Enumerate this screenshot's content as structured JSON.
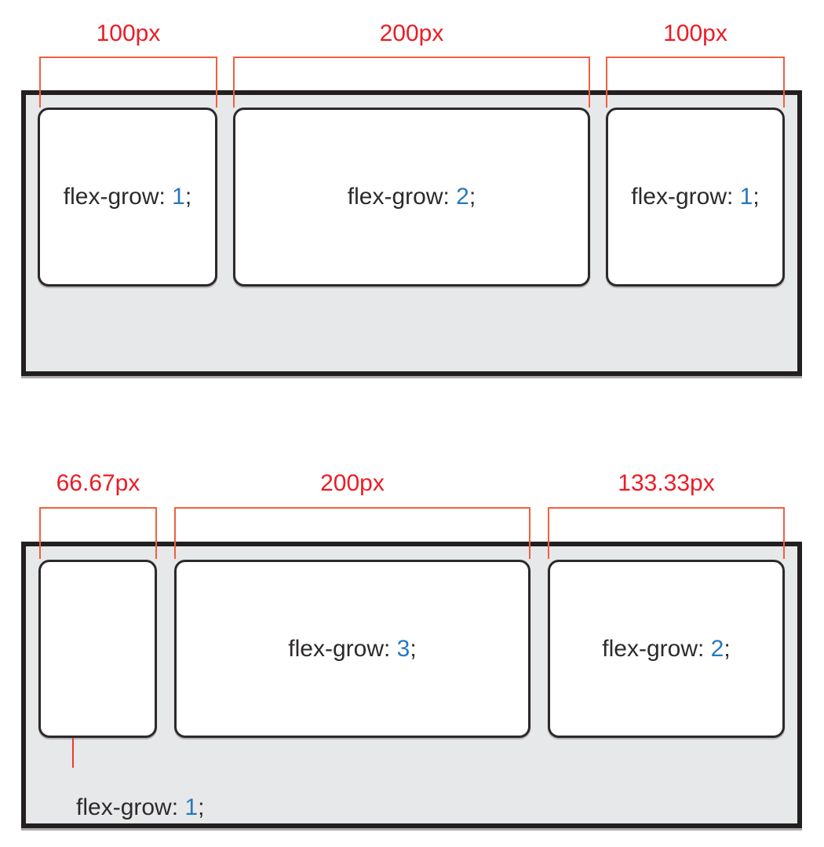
{
  "palette": {
    "label-red": "#EC1C24",
    "bracket-red": "#F0603F",
    "connector-red": "#EE3B30",
    "container-border": "#231F20",
    "container-fill": "#E7E8E9",
    "box-border": "#2D292A",
    "box-fill": "#FFFFFF",
    "text-dark": "#2D2A2B",
    "value-blue": "#2878BE"
  },
  "figure1": {
    "measurements": [
      "100px",
      "200px",
      "100px"
    ],
    "boxes": [
      {
        "prop": "flex-grow: ",
        "value": "1",
        "end": ";"
      },
      {
        "prop": "flex-grow: ",
        "value": "2",
        "end": ";"
      },
      {
        "prop": "flex-grow: ",
        "value": "1",
        "end": ";"
      }
    ]
  },
  "figure2": {
    "measurements": [
      "66.67px",
      "200px",
      "133.33px"
    ],
    "boxes": [
      {
        "prop": "flex-grow: ",
        "value": "3",
        "end": ";"
      },
      {
        "prop": "flex-grow: ",
        "value": "2",
        "end": ";"
      }
    ],
    "caption": {
      "prop": "flex-grow: ",
      "value": "1",
      "end": ";"
    }
  }
}
